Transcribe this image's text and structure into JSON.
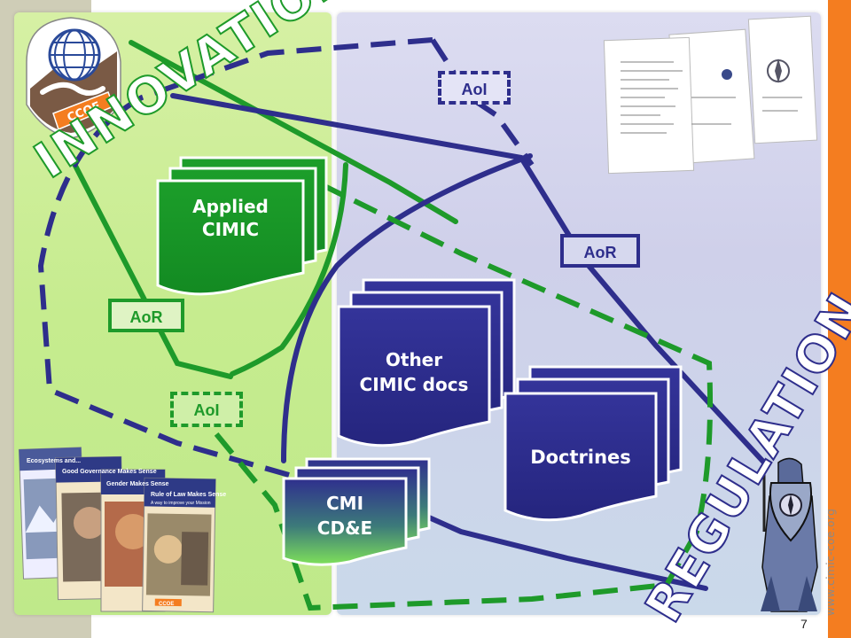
{
  "logo": {
    "text": "CCOE"
  },
  "labels": {
    "innovation": "INNOVATION",
    "regulation": "REGULATION",
    "aoi_top": "AoI",
    "aoi_left": "AoI",
    "aor_right": "AoR",
    "aor_left": "AoR"
  },
  "docs": {
    "applied_line1": "Applied",
    "applied_line2": "CIMIC",
    "other_line1": "Other",
    "other_line2": "CIMIC docs",
    "doctrines": "Doctrines",
    "cmi_line1": "CMI",
    "cmi_line2": "CD&E"
  },
  "booklets": [
    "Ecosystems and...",
    "Good Governance Makes Sense",
    "Gender Makes Sense",
    "Rule of Law Makes Sense"
  ],
  "booklet_subtitle": "A way to improve your Mission",
  "booklet_brand": "CCOE",
  "footer": {
    "url": "www.cimic-coe.org",
    "page": "7"
  },
  "colors": {
    "green": "#1e9a2a",
    "blue": "#2e2e8c",
    "orange": "#f47d20"
  }
}
